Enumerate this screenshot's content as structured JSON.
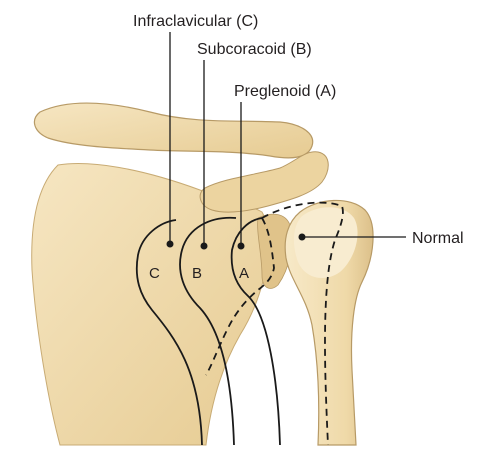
{
  "labels": {
    "infraclavicular": "Infraclavicular (C)",
    "subcoracoid": "Subcoracoid (B)",
    "preglenoid": "Preglenoid (A)",
    "normal": "Normal"
  },
  "letters": {
    "c": "C",
    "b": "B",
    "a": "A"
  },
  "colors": {
    "bone_fill": "#f0dcaf",
    "bone_shade": "#e2c58c",
    "bone_edge": "#b79a66",
    "line": "#1a1a1a"
  }
}
